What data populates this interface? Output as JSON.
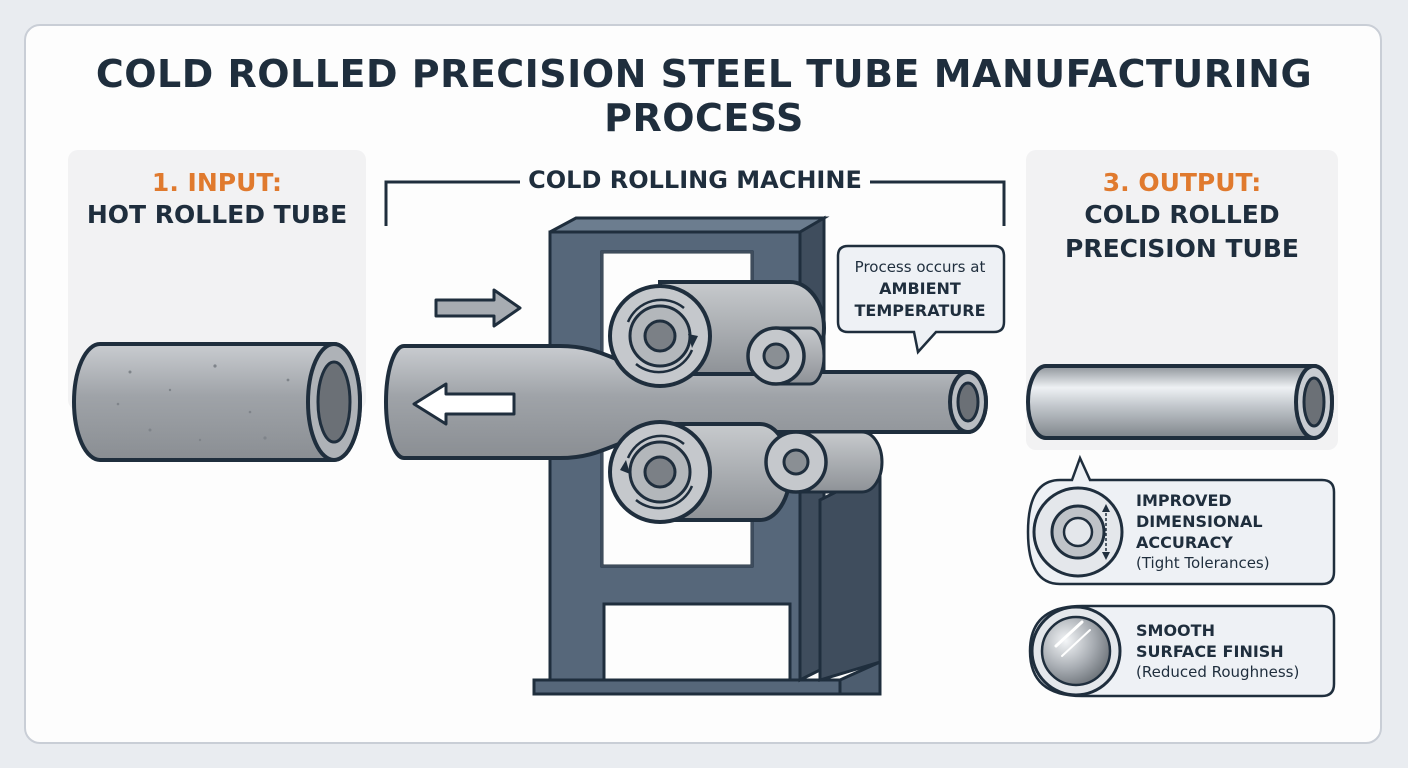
{
  "title": "COLD ROLLED PRECISION STEEL TUBE MANUFACTURING PROCESS",
  "input": {
    "step": "1. INPUT:",
    "name": "HOT ROLLED TUBE"
  },
  "machine": {
    "label": "COLD ROLLING MACHINE"
  },
  "callout": {
    "line1": "Process occurs at",
    "line2": "AMBIENT",
    "line3": "TEMPERATURE"
  },
  "output": {
    "step": "3. OUTPUT:",
    "name_line1": "COLD ROLLED",
    "name_line2": "PRECISION TUBE"
  },
  "benefits": [
    {
      "lines": [
        "IMPROVED",
        "DIMENSIONAL",
        "ACCURACY"
      ],
      "note": "(Tight Tolerances)",
      "icon": "concentric-circles-icon"
    },
    {
      "lines": [
        "SMOOTH",
        "SURFACE FINISH"
      ],
      "note": "(Reduced Roughness)",
      "icon": "polished-sphere-icon"
    }
  ],
  "colors": {
    "title": "#1f2e3d",
    "accent": "#e07a2e",
    "machine": "#56677a",
    "steel": "#a9adb2"
  }
}
